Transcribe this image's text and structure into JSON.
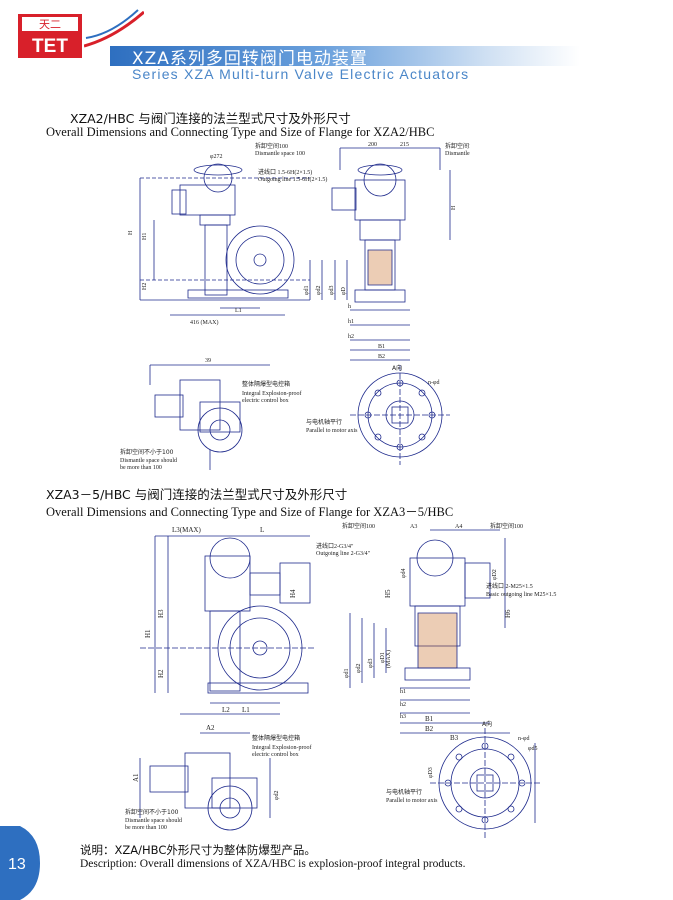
{
  "header": {
    "logo_cn": "天二",
    "logo_en": "TET",
    "title_cn": "XZA系列多回转阀门电动装置",
    "title_en": "Series XZA Multi-turn Valve Electric Actuators"
  },
  "section1": {
    "title_cn": "XZA2/HBC 与阀门连接的法兰型式尺寸及外形尺寸",
    "title_en": "Overall Dimensions and Connecting Type and Size of Flange for XZA2/HBC",
    "labels": {
      "space_cn": "拆卸空间100",
      "space_en": "Dismantle space 100",
      "outgoing_cn": "进线口 1.5-6H(2×1.5)",
      "outgoing_en": "Outgoing line 1.5-6H(2×1.5)",
      "dim_200": "200",
      "dim_215": "215",
      "dim_H": "H",
      "dim_H1": "H1",
      "dim_H2": "H2",
      "dim_L1": "L1",
      "dim_416": "416 (MAX)",
      "dim_h": "h",
      "dim_h1": "h1",
      "dim_h2": "h2",
      "dim_B1": "B1",
      "dim_B2": "B2",
      "dim_phi_d1": "φd1",
      "dim_phi_d2": "φd2",
      "dim_phi_d3": "φd3",
      "dim_phi_D": "φD",
      "dim_phi_272": "φ272",
      "box_cn": "整体隔爆型电控箱",
      "box_en1": "Integral Explosion-proof",
      "box_en2": "electric control box",
      "parallel_cn": "与电机轴平行",
      "parallel_en": "Parallel to motor axis",
      "dismantle_cn": "拆卸空间不小于100",
      "dismantle_en1": "Dismantle space should",
      "dismantle_en2": "be more than 100",
      "view_A": "A向",
      "dim_n_phi_d": "n-φd",
      "dim_39": "39"
    }
  },
  "section2": {
    "title_cn": "XZA3－5/HBC 与阀门连接的法兰型式尺寸及外形尺寸",
    "title_en": "Overall Dimensions and Connecting Type and Size of Flange for XZA3－5/HBC",
    "labels": {
      "dim_L3": "L3(MAX)",
      "dim_L": "L",
      "dim_A3": "A3",
      "dim_A4": "A4",
      "dim_H1": "H1",
      "dim_H2": "H2",
      "dim_H3": "H3",
      "dim_H4": "H4",
      "dim_H5": "H5",
      "dim_H6": "H6",
      "dim_L1": "L1",
      "dim_L2": "L2",
      "dim_B1": "B1",
      "dim_B2": "B2",
      "dim_B3": "B3",
      "dim_h1": "h1",
      "dim_h2": "h2",
      "dim_h3": "h3",
      "dim_A1": "A1",
      "dim_A2": "A2",
      "dim_phi_d1": "φd1",
      "dim_phi_d2": "φd2",
      "dim_phi_d3": "φd3",
      "dim_phi_d4": "φd4",
      "dim_phi_d5": "φd5",
      "dim_phi_D1": "φD1",
      "dim_phi_D2": "φD2",
      "dim_phi_D3": "φD3",
      "dim_MAX": "(MAX)",
      "space_cn": "拆卸空间100",
      "space_en": "Dismantle space 100",
      "outgoing_cn": "进线口2-G3/4\"",
      "outgoing_en": "Outgoing line 2-G3/4\"",
      "outgoing2_cn": "进线口 2-M25×1.5",
      "outgoing2_en": "Basic outgoing line M25×1.5",
      "box_cn": "整体隔爆型电控箱",
      "box_en1": "Integral Explosion-proof",
      "box_en2": "electric control box",
      "parallel_cn": "与电机轴平行",
      "parallel_en": "Parallel to motor axis",
      "dismantle_cn": "拆卸空间不小于100",
      "dismantle_en1": "Dismantle space should",
      "dismantle_en2": "be more than 100",
      "view_A": "A向",
      "dim_n_phi_d": "n-φd"
    }
  },
  "note": {
    "cn": "说明：XZA/HBC外形尺寸为整体防爆型产品。",
    "en": "Description: Overall dimensions of XZA/HBC is explosion-proof integral products."
  },
  "page": {
    "number": "13"
  },
  "colors": {
    "brand_red": "#d8202a",
    "brand_blue": "#2e6fc0",
    "drawing_line": "#1e2a8c",
    "drawing_text": "#2a2a9a"
  }
}
